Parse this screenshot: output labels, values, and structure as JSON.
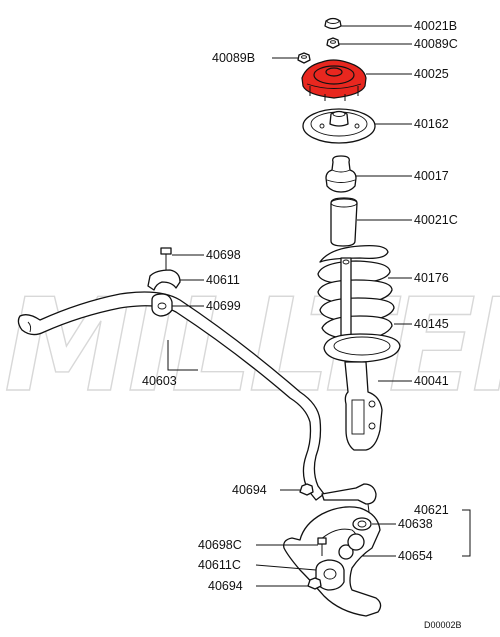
{
  "colors": {
    "highlight": "#e8271f",
    "line": "#111111",
    "watermark": "#d8d8d8"
  },
  "watermark": "MILLTEK",
  "diagram_code": "D00002B",
  "highlighted_part": "40025",
  "labels": {
    "p40021B": "40021B",
    "p40089C": "40089C",
    "p40089B": "40089B",
    "p40025": "40025",
    "p40162": "40162",
    "p40017": "40017",
    "p40021C": "40021C",
    "p40698": "40698",
    "p40611": "40611",
    "p40699": "40699",
    "p40176": "40176",
    "p40145": "40145",
    "p40603": "40603",
    "p40041": "40041",
    "p40694a": "40694",
    "p40621": "40621",
    "p40638": "40638",
    "p40698C": "40698C",
    "p40654": "40654",
    "p40611C": "40611C",
    "p40694b": "40694"
  }
}
